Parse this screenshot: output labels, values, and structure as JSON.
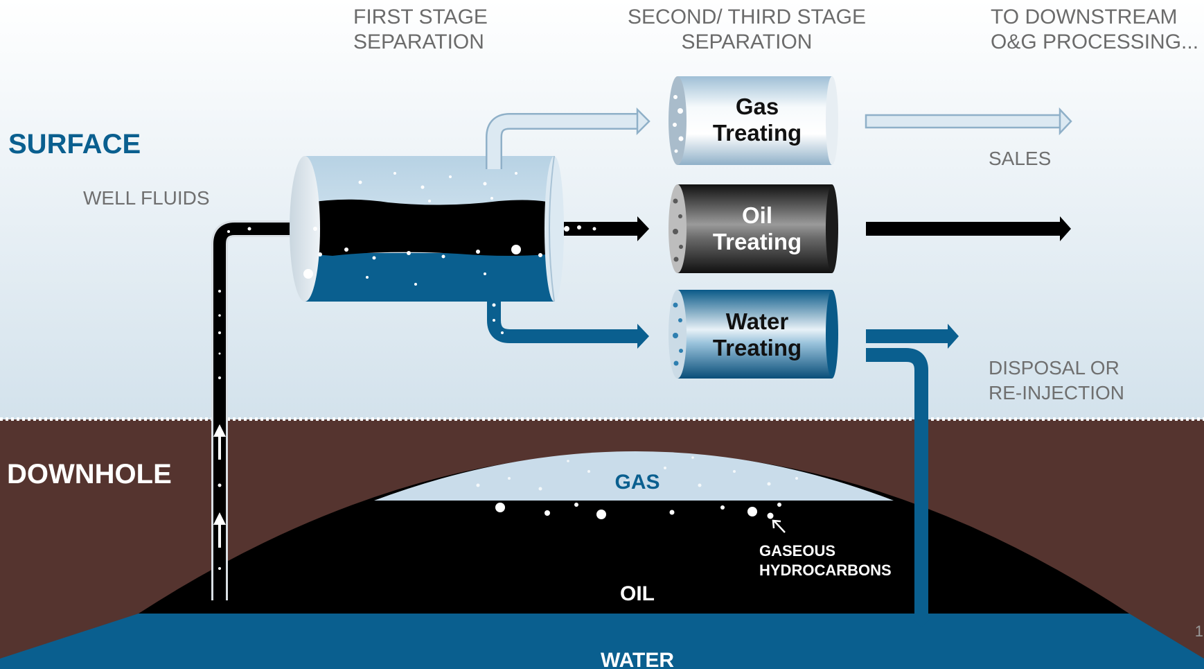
{
  "headers": {
    "first_stage": [
      "FIRST STAGE",
      "SEPARATION"
    ],
    "second_third_stage": [
      "SECOND/ THIRD STAGE",
      "SEPARATION"
    ],
    "downstream": [
      "TO DOWNSTREAM",
      "O&G PROCESSING..."
    ]
  },
  "zones": {
    "surface": "SURFACE",
    "downhole": "DOWNHOLE"
  },
  "labels": {
    "well_fluids": "WELL FLUIDS",
    "sales": "SALES",
    "disposal": [
      "DISPOSAL OR",
      "RE-INJECTION"
    ]
  },
  "units": {
    "gas": [
      "Gas",
      "Treating"
    ],
    "oil": [
      "Oil",
      "Treating"
    ],
    "water": [
      "Water",
      "Treating"
    ]
  },
  "reservoir": {
    "gas": "GAS",
    "oil": "OIL",
    "water": "WATER",
    "gaseous": [
      "GASEOUS",
      "HYDROCARBONS"
    ]
  },
  "page_number": "1",
  "colors": {
    "surface_bg_top": "#ffffff",
    "surface_bg_bottom": "#d3e2ec",
    "ground": "#55342f",
    "brand_blue": "#0a5f8f",
    "gas_blue": "#c9dcea",
    "oil": "#000000"
  }
}
